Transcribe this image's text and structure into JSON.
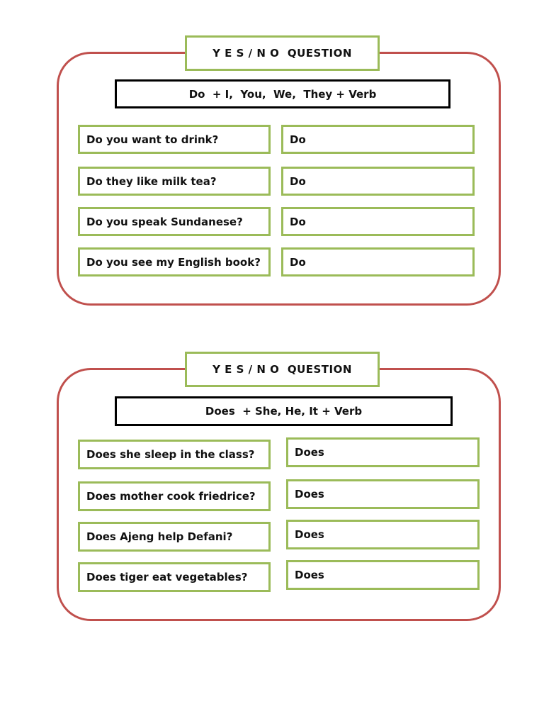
{
  "colors": {
    "green_border": "#9bbb59",
    "red_border": "#c0504d",
    "black_border": "#000000",
    "text": "#111111"
  },
  "sections": [
    {
      "title": "Y E S / N O  QUESTION",
      "formula": "Do  + I,  You,  We,  They + Verb",
      "rows": [
        {
          "question": "Do you want to drink?",
          "answer": "Do"
        },
        {
          "question": "Do they like milk tea?",
          "answer": "Do"
        },
        {
          "question": "Do you speak Sundanese?",
          "answer": "Do"
        },
        {
          "question": "Do you see my English book?",
          "answer": "Do"
        }
      ]
    },
    {
      "title": "Y E S / N O  QUESTION",
      "formula": "Does  + She, He, It + Verb",
      "rows": [
        {
          "question": "Does she sleep in the class?",
          "answer": "Does"
        },
        {
          "question": "Does mother cook friedrice?",
          "answer": "Does"
        },
        {
          "question": "Does Ajeng help Defani?",
          "answer": "Does"
        },
        {
          "question": "Does tiger eat vegetables?",
          "answer": "Does"
        }
      ]
    }
  ]
}
